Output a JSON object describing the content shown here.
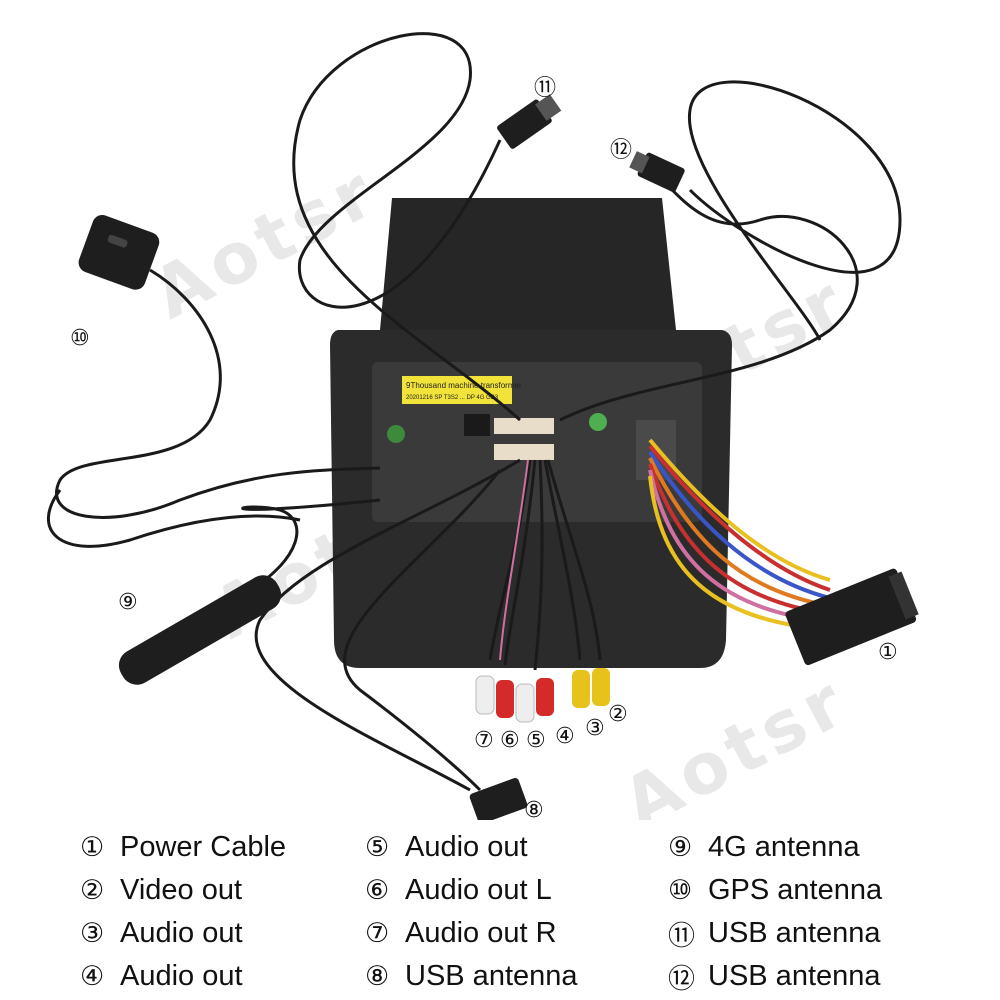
{
  "callouts": {
    "c1": "①",
    "c2": "②",
    "c3": "③",
    "c4": "④",
    "c5": "⑤",
    "c6": "⑥",
    "c7": "⑦",
    "c8": "⑧",
    "c9": "⑨",
    "c10": "⑩",
    "c11": "⑪",
    "c12": "⑫"
  },
  "legend": {
    "col1": [
      {
        "num": "①",
        "label": "Power Cable"
      },
      {
        "num": "②",
        "label": "Video out"
      },
      {
        "num": "③",
        "label": "Audio out"
      },
      {
        "num": "④",
        "label": "Audio out"
      }
    ],
    "col2": [
      {
        "num": "⑤",
        "label": "Audio out"
      },
      {
        "num": "⑥",
        "label": "Audio out L"
      },
      {
        "num": "⑦",
        "label": "Audio out R"
      },
      {
        "num": "⑧",
        "label": "USB antenna"
      }
    ],
    "col3": [
      {
        "num": "⑨",
        "label": "4G antenna"
      },
      {
        "num": "⑩",
        "label": "GPS antenna"
      },
      {
        "num": "⑪",
        "label": "USB antenna"
      },
      {
        "num": "⑫",
        "label": "USB antenna"
      }
    ]
  },
  "sticker": {
    "line1": "9Thousand machine transformer",
    "line2": "20201216 SP T3S2 ... DP 4G GB3"
  },
  "watermark": "Aotsr",
  "colors": {
    "cable": "#1a1a1a",
    "unit": "#2a2a2a",
    "rca_red": "#d42a2a",
    "rca_white": "#eeeeee",
    "rca_yellow": "#e6c21a",
    "sticker": "#f2e33a",
    "harness_yellow": "#e8c020",
    "harness_red": "#c83030",
    "harness_blue": "#3a55c8",
    "harness_orange": "#e07a20",
    "harness_pink": "#d070a0"
  }
}
